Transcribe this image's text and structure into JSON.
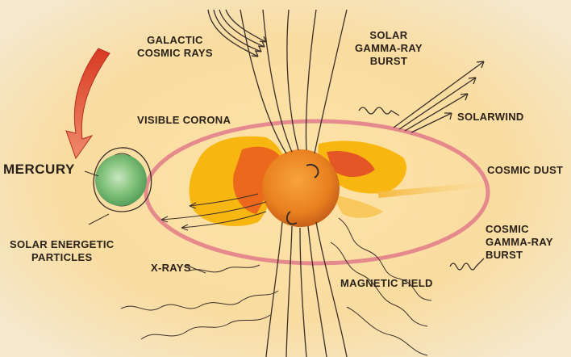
{
  "labels": {
    "galactic_line1": "GALACTIC",
    "galactic_line2": "COSMIC RAYS",
    "solar_gamma_line1": "SOLAR",
    "solar_gamma_line2": "GAMMA-RAY",
    "solar_gamma_line3": "BURST",
    "visible_corona": "VISIBLE CORONA",
    "solarwind": "SOLARWIND",
    "mercury": "MERCURY",
    "cosmic_dust": "COSMIC DUST",
    "cosmic_gamma_line1": "COSMIC",
    "cosmic_gamma_line2": "GAMMA-RAY",
    "cosmic_gamma_line3": "BURST",
    "solar_energetic_line1": "SOLAR ENERGETIC",
    "solar_energetic_line2": "PARTICLES",
    "xrays": "X-RAYS",
    "magnetic_field": "MAGNETIC FIELD"
  },
  "colors": {
    "background": "#f3ecd6",
    "corona_ring": "#e07a8a",
    "sun_body": "#e8801e",
    "corona_flare": "#f5a800",
    "mercury": "#7cc07a",
    "mercury_arrow": "#e0402a",
    "line_ink": "#3a2e2a"
  }
}
